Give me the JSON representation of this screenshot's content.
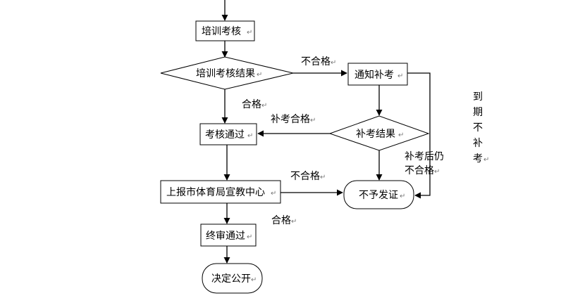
{
  "nodes": {
    "training_exam": "培训考核",
    "exam_result": "培训考核结果",
    "notify_makeup": "通知补考",
    "makeup_result": "补考结果",
    "exam_passed": "考核通过",
    "report_center": "上报市体育局宣教中心",
    "no_certificate": "不予发证",
    "final_review_passed": "终审通过",
    "publish": "决定公开"
  },
  "edge_labels": {
    "fail": "不合格",
    "pass": "合格",
    "makeup_pass": "补考合格",
    "makeup_fail_line1": "补考后仍",
    "makeup_fail_line2": "不合格",
    "fail2": "不合格",
    "pass2": "合格",
    "overdue": [
      "到",
      "期",
      "不",
      "补",
      "考"
    ]
  },
  "paragraph_mark": "↵"
}
